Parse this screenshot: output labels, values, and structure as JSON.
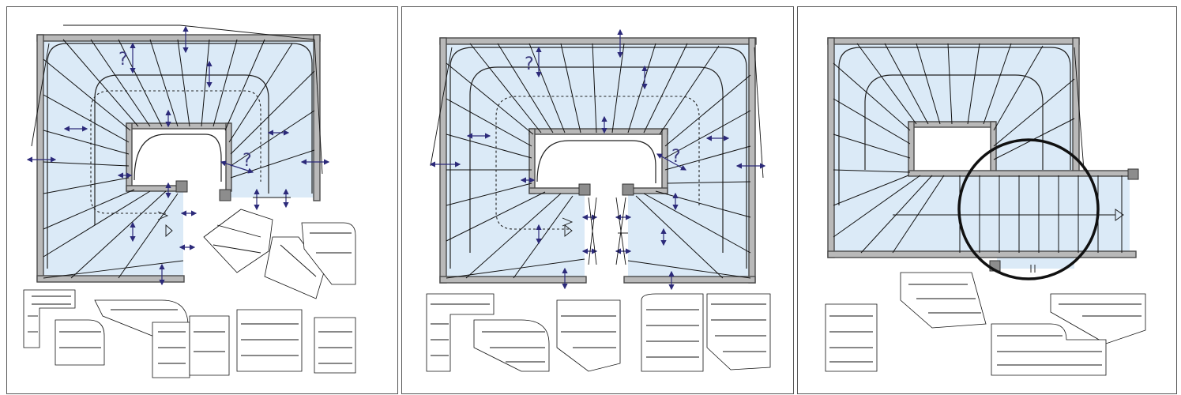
{
  "panels": [
    {
      "id": "panel-1",
      "question_marks": [
        "?",
        "?"
      ]
    },
    {
      "id": "panel-2",
      "question_marks": [
        "?",
        "?"
      ]
    },
    {
      "id": "panel-3",
      "question_marks": []
    }
  ],
  "colors": {
    "floor": "#dbeaf7",
    "wall": "#b9b9b9",
    "dimension_arrow": "#2c2a7a",
    "line": "#111111"
  }
}
